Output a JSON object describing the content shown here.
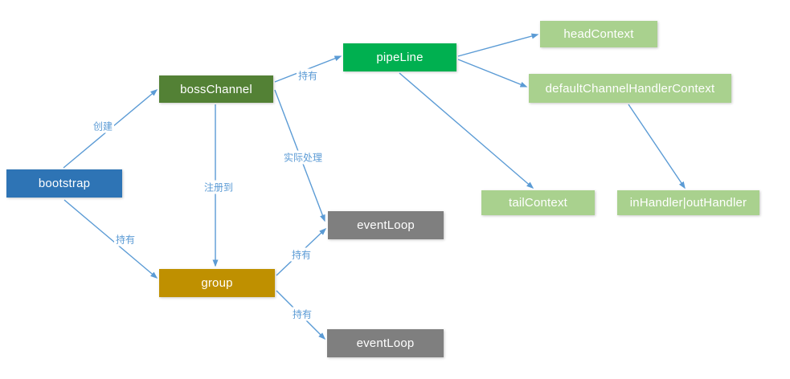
{
  "nodes": {
    "bootstrap": {
      "label": "bootstrap",
      "color": "#2E74B5"
    },
    "bossChannel": {
      "label": "bossChannel",
      "color": "#538135"
    },
    "pipeLine": {
      "label": "pipeLine",
      "color": "#00B050"
    },
    "headContext": {
      "label": "headContext",
      "color": "#A9D18E"
    },
    "defaultChannelHandlerContext": {
      "label": "defaultChannelHandlerContext",
      "color": "#A9D18E"
    },
    "tailContext": {
      "label": "tailContext",
      "color": "#A9D18E"
    },
    "inHandlerOutHandler": {
      "label": "inHandler|outHandler",
      "color": "#A9D18E"
    },
    "eventLoop1": {
      "label": "eventLoop",
      "color": "#7F7F7F"
    },
    "eventLoop2": {
      "label": "eventLoop",
      "color": "#7F7F7F"
    },
    "group": {
      "label": "group",
      "color": "#BF9000"
    }
  },
  "connections": [
    {
      "from": "bootstrap",
      "to": "bossChannel",
      "label": "创建"
    },
    {
      "from": "bootstrap",
      "to": "group",
      "label": "持有"
    },
    {
      "from": "bossChannel",
      "to": "pipeLine",
      "label": "持有"
    },
    {
      "from": "bossChannel",
      "to": "group",
      "label": "注册到"
    },
    {
      "from": "bossChannel",
      "to": "eventLoop1",
      "label": "实际处理"
    },
    {
      "from": "group",
      "to": "eventLoop1",
      "label": "持有"
    },
    {
      "from": "group",
      "to": "eventLoop2",
      "label": "持有"
    },
    {
      "from": "pipeLine",
      "to": "headContext",
      "label": ""
    },
    {
      "from": "pipeLine",
      "to": "defaultChannelHandlerContext",
      "label": ""
    },
    {
      "from": "pipeLine",
      "to": "tailContext",
      "label": ""
    },
    {
      "from": "defaultChannelHandlerContext",
      "to": "inHandlerOutHandler",
      "label": ""
    }
  ],
  "colors": {
    "arrow": "#5B9BD5",
    "edge_label_text": "#5B9BD5",
    "node_text": "#FFFFFF",
    "background": "#FFFFFF"
  }
}
